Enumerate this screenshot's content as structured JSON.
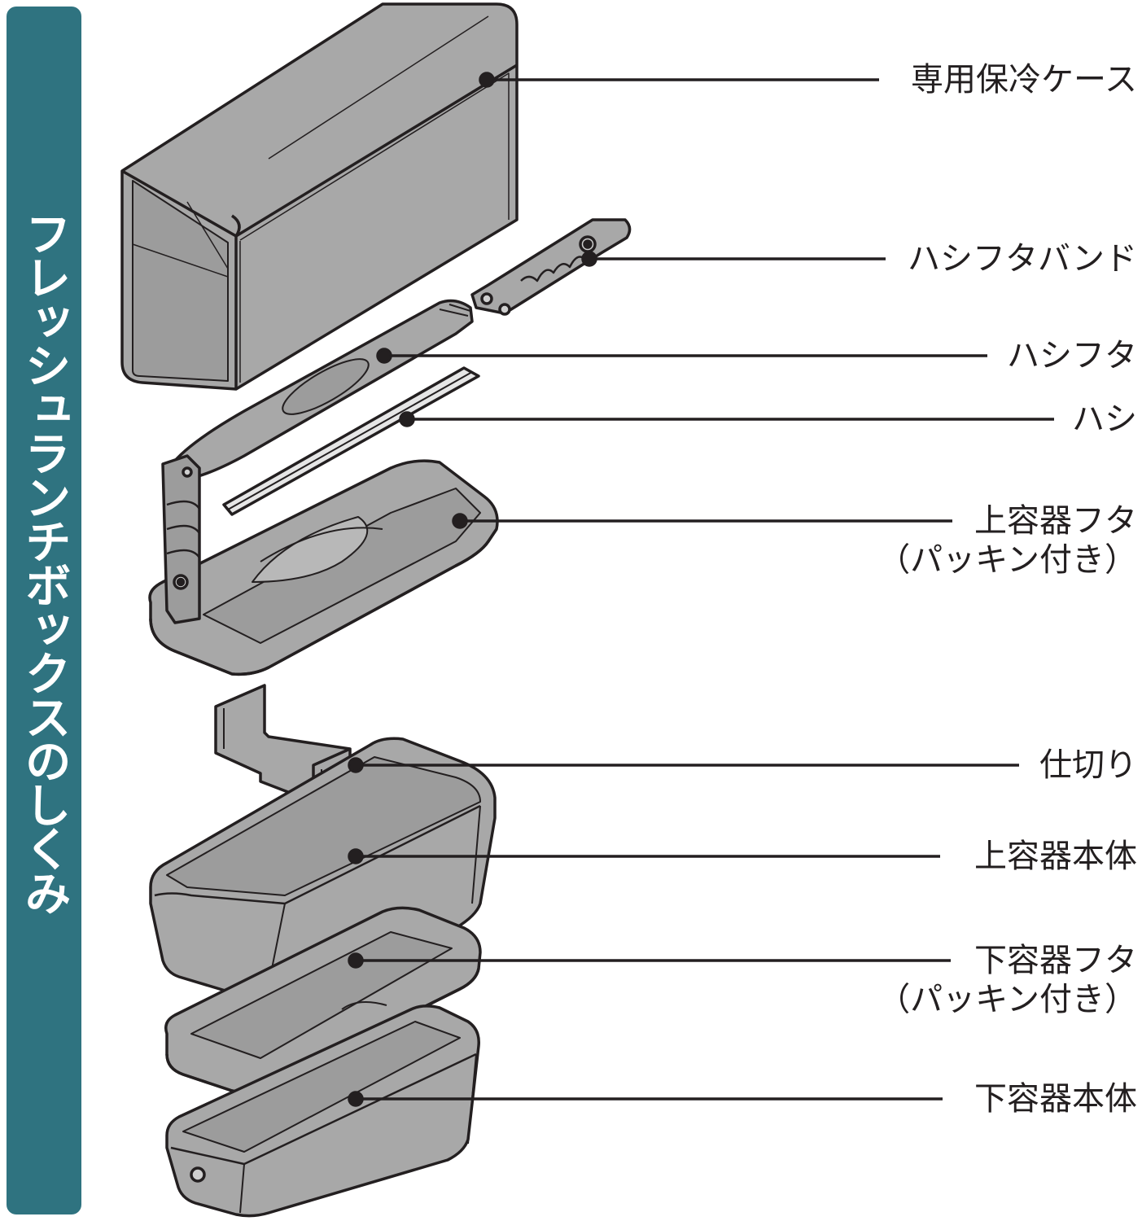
{
  "banner": {
    "title": "フレッシュランチボックスのしくみ",
    "color": "#2f7380"
  },
  "parts": [
    {
      "id": "case",
      "label": "専用保冷ケース",
      "sub": ""
    },
    {
      "id": "chopstick-lid-band",
      "label": "ハシフタバンド",
      "sub": ""
    },
    {
      "id": "chopstick-lid",
      "label": "ハシフタ",
      "sub": ""
    },
    {
      "id": "chopsticks",
      "label": "ハシ",
      "sub": ""
    },
    {
      "id": "upper-lid",
      "label": "上容器フタ",
      "sub": "（パッキン付き）"
    },
    {
      "id": "divider",
      "label": "仕切り",
      "sub": ""
    },
    {
      "id": "upper-body",
      "label": "上容器本体",
      "sub": ""
    },
    {
      "id": "lower-lid",
      "label": "下容器フタ",
      "sub": "（パッキン付き）"
    },
    {
      "id": "lower-body",
      "label": "下容器本体",
      "sub": ""
    }
  ],
  "colors": {
    "part_fill": "#a8a8a8",
    "part_fill_dark": "#9c9c9c",
    "outline": "#231f20",
    "inner": "#cfcfcf"
  }
}
